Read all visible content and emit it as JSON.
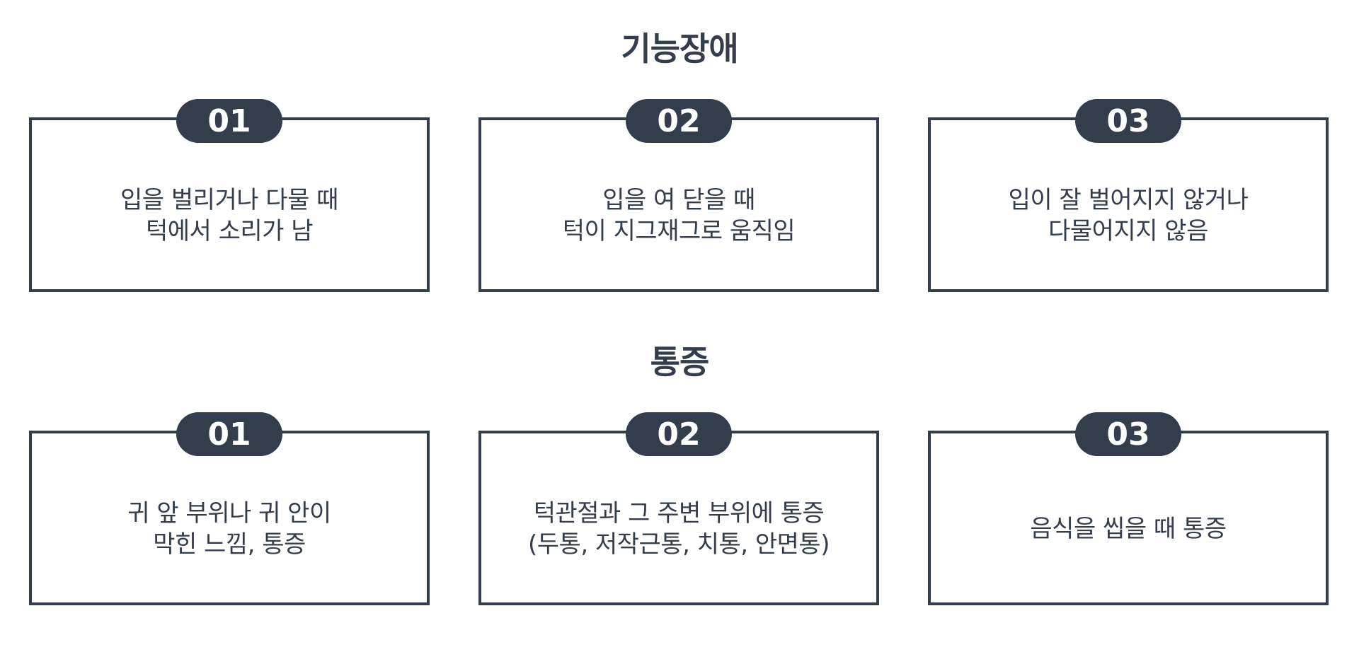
{
  "sections": [
    {
      "title": "기능장애",
      "cards": [
        {
          "number": "01",
          "text": "입을 벌리거나 다물 때\n턱에서 소리가 남"
        },
        {
          "number": "02",
          "text": "입을 여 닫을 때\n턱이 지그재그로 움직임"
        },
        {
          "number": "03",
          "text": "입이 잘 벌어지지 않거나\n다물어지지 않음"
        }
      ]
    },
    {
      "title": "통증",
      "cards": [
        {
          "number": "01",
          "text": "귀 앞 부위나 귀 안이\n막힌 느낌, 통증"
        },
        {
          "number": "02",
          "text": "턱관절과 그 주변 부위에 통증\n(두통, 저작근통, 치통, 안면통)"
        },
        {
          "number": "03",
          "text": "음식을 씹을 때 통증"
        }
      ]
    }
  ],
  "colors": {
    "primary": "#333d4b",
    "background": "#ffffff"
  }
}
